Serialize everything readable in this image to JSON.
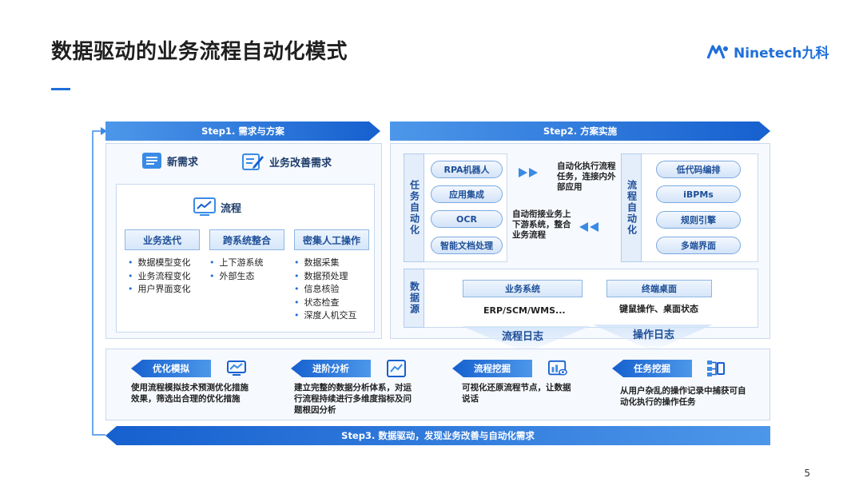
{
  "header": {
    "title": "数据驱动的业务流程自动化模式",
    "logo_text": "Ninetech九科",
    "page_number": "5"
  },
  "step1": {
    "label": "Step1. 需求与方案",
    "new_req": "新需求",
    "improve_req": "业务改善需求",
    "process": "流程",
    "categories": [
      {
        "label": "业务迭代",
        "items": [
          "数据模型变化",
          "业务流程变化",
          "用户界面变化"
        ]
      },
      {
        "label": "跨系统整合",
        "items": [
          "上下游系统",
          "外部生态"
        ]
      },
      {
        "label": "密集人工操作",
        "items": [
          "数据采集",
          "数据预处理",
          "信息核验",
          "状态检查",
          "深度人机交互"
        ]
      }
    ]
  },
  "step2": {
    "label": "Step2. 方案实施",
    "task_auto_label": "任务自动化",
    "task_pills": [
      "RPA机器人",
      "应用集成",
      "OCR",
      "智能文档处理"
    ],
    "note_top": "自动化执行流程任务，连接内外部应用",
    "note_bottom": "自动衔接业务上下游系统，整合业务流程",
    "flow_auto_label": "流程自动化",
    "flow_pills": [
      "低代码编排",
      "iBPMs",
      "规则引擎",
      "多端界面"
    ],
    "data_source_label": "数据源",
    "biz_system": "业务系统",
    "biz_system_text": "ERP/SCM/WMS...",
    "terminal": "终端桌面",
    "terminal_text": "键鼠操作、桌面状态",
    "flow_log": "流程日志",
    "op_log": "操作日志"
  },
  "step3": {
    "label": "Step3. 数据驱动，发现业务改善与自动化需求",
    "items": [
      {
        "tag": "优化模拟",
        "desc": "使用流程模拟技术预测优化措施效果，筛选出合理的优化措施",
        "icon": "monitor-chart-icon"
      },
      {
        "tag": "进阶分析",
        "desc": "建立完整的数据分析体系，对运行流程持续进行多维度指标及问题根因分析",
        "icon": "line-chart-icon"
      },
      {
        "tag": "流程挖掘",
        "desc": "可视化还原流程节点，让数据说话",
        "icon": "bar-eye-icon"
      },
      {
        "tag": "任务挖掘",
        "desc": "从用户杂乱的操作记录中捕获可自动化执行的操作任务",
        "icon": "task-network-icon"
      }
    ]
  },
  "colors": {
    "accent": "#1e6fd9",
    "dark_blue": "#1660cf",
    "panel_bg": "#f6f9fd"
  }
}
